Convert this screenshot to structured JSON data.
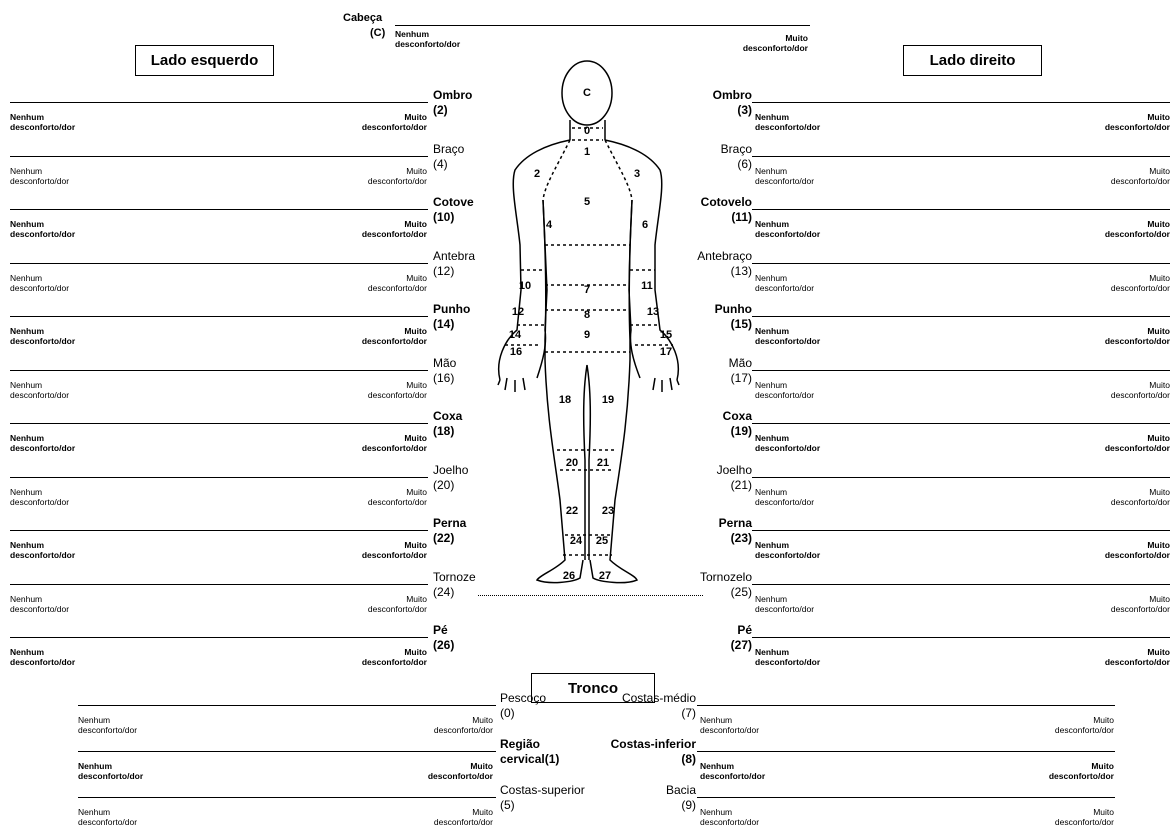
{
  "head": {
    "title": "Cabeça",
    "code": "(C)",
    "none": "Nenhum\ndesconforto/dor",
    "much": "Muito\ndesconforto/dor"
  },
  "boxes": {
    "left": "Lado esquerdo",
    "right": "Lado direito",
    "trunk": "Tronco"
  },
  "scale": {
    "none_1": "Nenhum",
    "none_2": "desconforto/dor",
    "much_1": "Muito",
    "much_2": "desconforto/dor"
  },
  "left_rows": [
    {
      "name": "Ombro",
      "code": "(2)",
      "bold": true
    },
    {
      "name": "Braço",
      "code": "(4)",
      "bold": false
    },
    {
      "name": "Cotove",
      "code": "(10)",
      "bold": true
    },
    {
      "name": "Antebra",
      "code": "(12)",
      "bold": false
    },
    {
      "name": "Punho",
      "code": "(14)",
      "bold": true
    },
    {
      "name": "Mão",
      "code": "(16)",
      "bold": false
    },
    {
      "name": "Coxa",
      "code": "(18)",
      "bold": true
    },
    {
      "name": "Joelho",
      "code": "(20)",
      "bold": false
    },
    {
      "name": "Perna",
      "code": "(22)",
      "bold": true
    },
    {
      "name": "Tornoze",
      "code": "(24)",
      "bold": false
    },
    {
      "name": "Pé",
      "code": "(26)",
      "bold": true
    }
  ],
  "right_rows": [
    {
      "name": "Ombro",
      "code": "(3)",
      "bold": true
    },
    {
      "name": "Braço",
      "code": "(6)",
      "bold": false
    },
    {
      "name": "Cotovelo",
      "code": "(11)",
      "bold": true
    },
    {
      "name": "Antebraço",
      "code": "(13)",
      "bold": false
    },
    {
      "name": "Punho",
      "code": "(15)",
      "bold": true
    },
    {
      "name": "Mão",
      "code": "(17)",
      "bold": false
    },
    {
      "name": "Coxa",
      "code": "(19)",
      "bold": true
    },
    {
      "name": "Joelho",
      "code": "(21)",
      "bold": false
    },
    {
      "name": "Perna",
      "code": "(23)",
      "bold": true
    },
    {
      "name": "Tornozelo",
      "code": "(25)",
      "bold": false
    },
    {
      "name": "Pé",
      "code": "(27)",
      "bold": true
    }
  ],
  "trunk_left": [
    {
      "name": "Pescoço",
      "code": "(0)",
      "bold": false
    },
    {
      "name": "Região",
      "code": "cervical(1)",
      "bold": true
    },
    {
      "name": "Costas-superior",
      "code": "(5)",
      "bold": false
    }
  ],
  "trunk_right": [
    {
      "name": "Costas-médio",
      "code": "(7)",
      "bold": false
    },
    {
      "name": "Costas-inferior",
      "code": "(8)",
      "bold": true
    },
    {
      "name": "Bacia",
      "code": "(9)",
      "bold": false
    }
  ],
  "body_labels": [
    "C",
    "0",
    "1",
    "2",
    "3",
    "4",
    "5",
    "6",
    "10",
    "7",
    "11",
    "12",
    "8",
    "13",
    "14",
    "15",
    "16",
    "9",
    "17",
    "18",
    "19",
    "20",
    "21",
    "22",
    "23",
    "24",
    "25",
    "26",
    "27"
  ]
}
